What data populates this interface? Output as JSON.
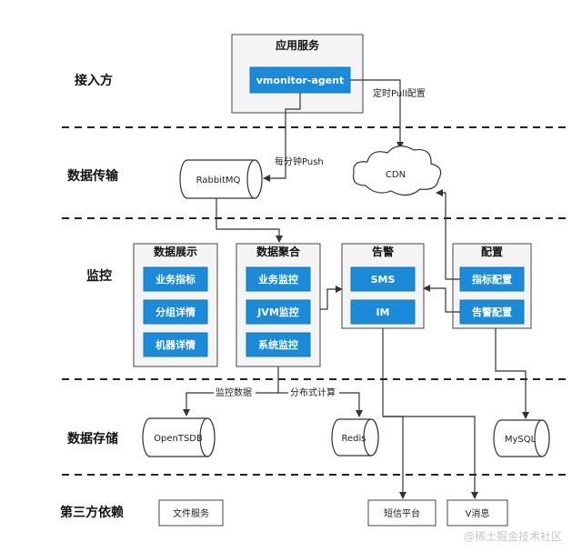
{
  "layers": {
    "access": "接入方",
    "transport": "数据传输",
    "monitor": "监控",
    "storage": "数据存储",
    "third_party": "第三方依赖"
  },
  "app_service": {
    "title": "应用服务",
    "agent": "vmonitor-agent"
  },
  "transport": {
    "rabbitmq": "RabbitMQ",
    "cdn": "CDN",
    "push_label": "每分钟Push",
    "pull_label": "定时Pull配置"
  },
  "display": {
    "title": "数据展示",
    "items": [
      "业务指标",
      "分组详情",
      "机器详情"
    ]
  },
  "aggregate": {
    "title": "数据聚合",
    "items": [
      "业务监控",
      "JVM监控",
      "系统监控"
    ]
  },
  "alarm": {
    "title": "告警",
    "items": [
      "SMS",
      "IM"
    ]
  },
  "config": {
    "title": "配置",
    "items": [
      "指标配置",
      "告警配置"
    ]
  },
  "storage": {
    "opentsdb": "OpenTSDB",
    "redis": "Redis",
    "mysql": "MySQL",
    "monitor_data_label": "监控数据",
    "distributed_label": "分布式计算"
  },
  "third_party": {
    "file_service": "文件服务",
    "sms_platform": "短信平台",
    "v_message": "V消息"
  },
  "watermark": "@稀土掘金技术社区"
}
